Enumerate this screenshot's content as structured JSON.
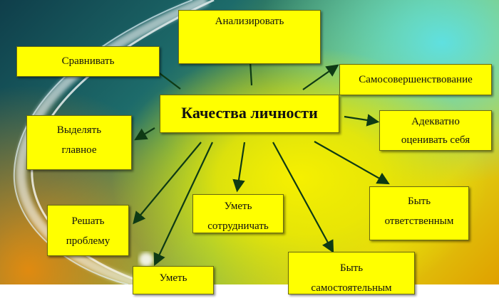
{
  "center": {
    "label": "Качества личности"
  },
  "nodes": {
    "analyze": "Анализировать",
    "compare": "Сравнивать",
    "selfimprove": "Самосовершенствование",
    "highlight": [
      "Выделять",
      "главное"
    ],
    "adequate": [
      "Адекватно",
      "оценивать себя"
    ],
    "solve": [
      "Решать",
      "проблему"
    ],
    "cooperate": [
      "Уметь",
      "сотрудничать"
    ],
    "responsible": [
      "Быть",
      "ответственным"
    ],
    "independent": [
      "Быть",
      "самостоятельным"
    ],
    "able": [
      "Уметь"
    ]
  },
  "colors": {
    "box": "#ffff00",
    "arrow": "#0e3a14"
  }
}
